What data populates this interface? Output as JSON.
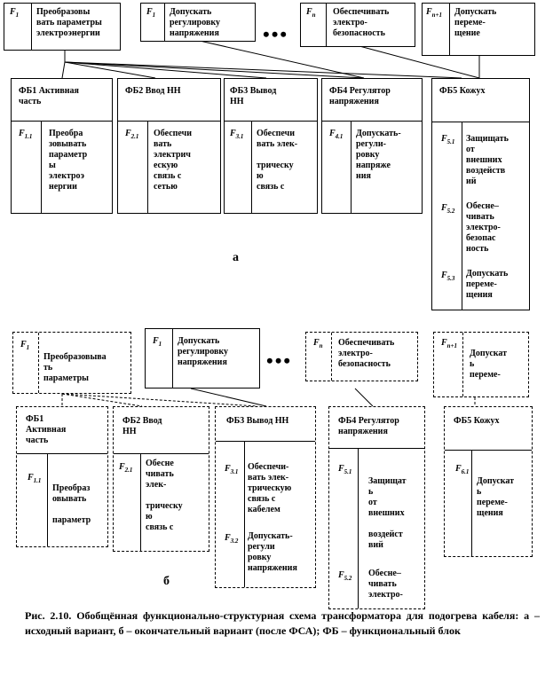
{
  "dots": "•••",
  "variant_a": {
    "label": "а",
    "functions": [
      {
        "id": "F<sub>1</sub>",
        "text": "Преобразовы\nвать параметры\nэлектроэнергии"
      },
      {
        "id": "F<sub>1</sub>",
        "text": "Допускать\nрегулировку\nнапряжения"
      },
      {
        "id": "F<sub>n</sub>",
        "text": "Обеспечивать\nэлектро-\nбезопасность"
      },
      {
        "id": "F<sub>n+1</sub>",
        "text": "Допускать\nпереме-\nщение"
      }
    ],
    "blocks": [
      {
        "title": "ФБ1  Активная\nчасть",
        "sub": [
          {
            "id": "F<sub>1.1</sub>",
            "text": "Преобра\nзовывать\nпараметр\nы\nэлектроэ\nнергии"
          }
        ]
      },
      {
        "title": "ФБ2  Ввод НН",
        "sub": [
          {
            "id": "F<sub>2.1</sub>",
            "text": "Обеспечи\nвать\nэлектрич\nескую\nсвязь с\nсетью"
          }
        ]
      },
      {
        "title": "ФБ3  Вывод\nНН",
        "sub": [
          {
            "id": "F<sub>3.1</sub>",
            "text": "Обеспечи\nвать элек-\n\nтрическу\nю\nсвязь с"
          }
        ]
      },
      {
        "title": "ФБ4  Регулятор\nнапряжения",
        "sub": [
          {
            "id": "F<sub>4.1</sub>",
            "text": "Допускать-\nрегули-\nровку\nнапряже\nния"
          }
        ]
      },
      {
        "title": "ФБ5  Кожух",
        "sub": [
          {
            "id": "F<sub>5.1</sub>",
            "text": "Защищать\nот\nвнешних\nвоздейств\nий"
          },
          {
            "id": "F<sub>5.2</sub>",
            "text": "Обесне–\nчивать\nэлектро-\nбезопас\nность"
          },
          {
            "id": "F<sub>5.3</sub>",
            "text": "Допускать\nпереме-\nщения"
          }
        ]
      }
    ]
  },
  "variant_b": {
    "label": "б",
    "functions": [
      {
        "id": "F<sub>1</sub>",
        "text": "Преобразовыва\nть\nпараметры"
      },
      {
        "id": "F<sub>1</sub>",
        "text": "Допускать\nрегулировку\nнапряжения"
      },
      {
        "id": "F<sub>n</sub>",
        "text": "Обеспечивать\nэлектро-\nбезопасность"
      },
      {
        "id": "F<sub>n+1</sub>",
        "text": "Допускат\nь\nпереме-"
      }
    ],
    "blocks": [
      {
        "title": "ФБ1\nАктивная\nчасть",
        "sub": [
          {
            "id": "F<sub>1.1</sub>",
            "text": "Преобраз\nовывать\n\nпараметр"
          }
        ]
      },
      {
        "title": "ФБ2  Ввод\nНН",
        "sub": [
          {
            "id": "F<sub>2.1</sub>",
            "text": "Обесне\nчивать\nэлек-\n\nтрическу\nю\nсвязь с"
          }
        ]
      },
      {
        "title": "ФБ3  Вывод НН",
        "sub": [
          {
            "id": "F<sub>3.1</sub>",
            "text": "Обеспечи-\nвать элек-\nтрическую\nсвязь с\nкабелем"
          },
          {
            "id": "F<sub>3.2</sub>",
            "text": "Допускать-\nрегули\nровку\nнапряжения"
          }
        ]
      },
      {
        "title": "ФБ4  Регулятор\nнапряжения",
        "sub": [
          {
            "id": "F<sub>5.1</sub>",
            "text": "Защищат\nь\nот\nвнешних\n\nвоздейст\nвий"
          },
          {
            "id": "F<sub>5.2</sub>",
            "text": "Обесне–\nчивать\nэлектро-"
          }
        ]
      },
      {
        "title": "ФБ5  Кожух",
        "sub": [
          {
            "id": "F<sub>6.1</sub>",
            "text": "Допускат\nь\nпереме-\nщения"
          }
        ]
      }
    ]
  },
  "caption": "Рис.  2.10.  Обобщённая  функционально-структурная  схема  трансформатора  для подогрева кабеля: а –  исходный вариант,  б – окончательный вариант (после ФСА); ФБ – функциональный блок"
}
